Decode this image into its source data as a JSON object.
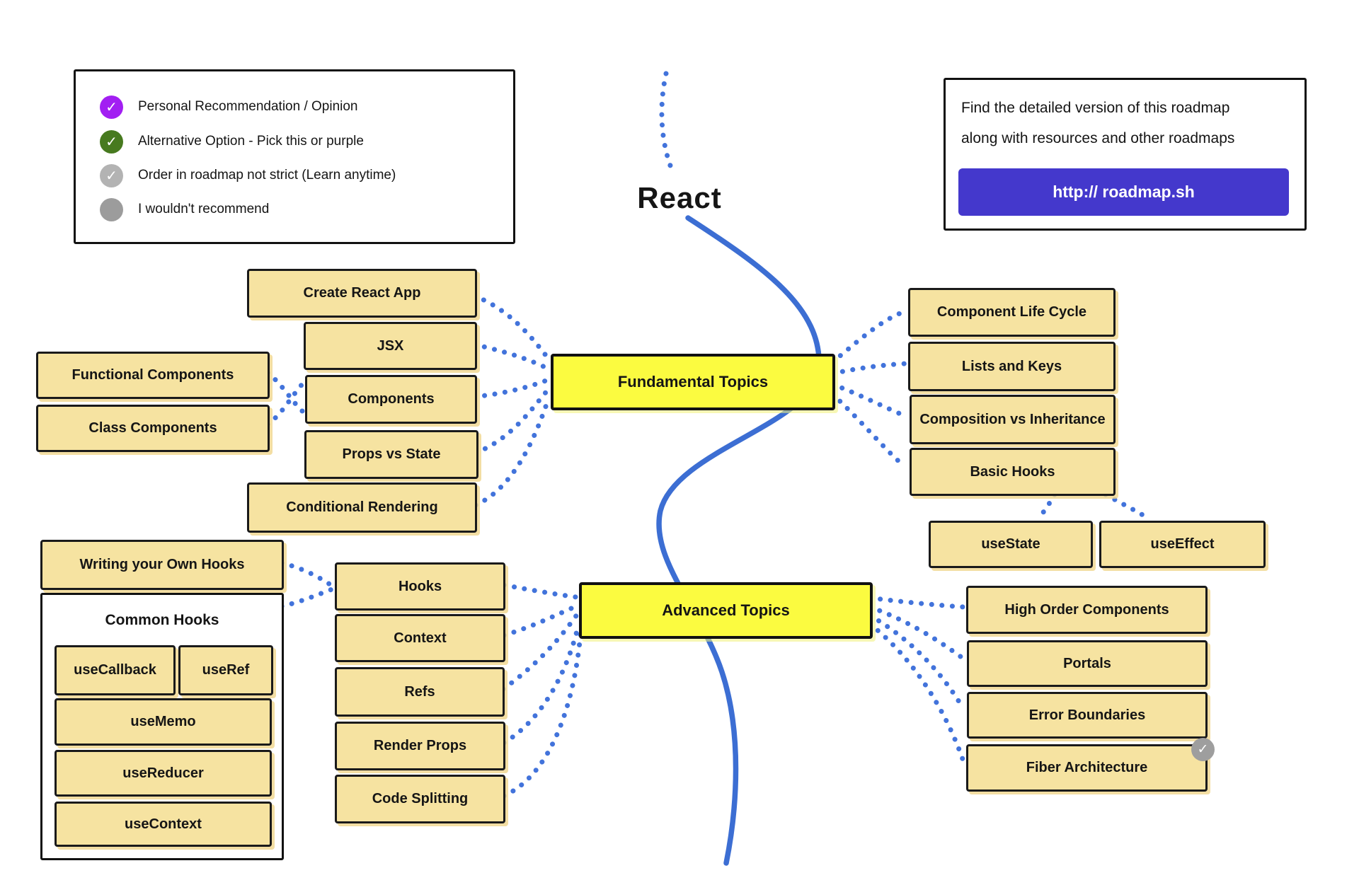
{
  "page": {
    "title": "React"
  },
  "legend": {
    "items": [
      {
        "icon": "purple-check-icon",
        "color": "#a21ff2",
        "label": "Personal Recommendation / Opinion"
      },
      {
        "icon": "green-check-icon",
        "color": "#477a1f",
        "label": "Alternative Option - Pick this or purple"
      },
      {
        "icon": "gray-check-icon",
        "color": "#b3b3b3",
        "label": "Order in roadmap not strict (Learn anytime)"
      },
      {
        "icon": "gray-dot-icon",
        "color": "#9c9c9c",
        "label": "I wouldn't recommend"
      }
    ]
  },
  "info_box": {
    "line1": "Find the detailed version of this roadmap",
    "line2": "along with resources and other roadmaps",
    "button_label": "http:// roadmap.sh",
    "button_color": "#4438cc"
  },
  "topics": {
    "fundamental": "Fundamental Topics",
    "advanced": "Advanced Topics"
  },
  "nodes": {
    "create_react_app": "Create React App",
    "jsx": "JSX",
    "components": "Components",
    "props_vs_state": "Props vs State",
    "conditional_rendering": "Conditional Rendering",
    "functional_components": "Functional Components",
    "class_components": "Class Components",
    "component_life_cycle": "Component Life Cycle",
    "lists_and_keys": "Lists and Keys",
    "composition_vs_inheritance": "Composition vs Inheritance",
    "basic_hooks": "Basic Hooks",
    "use_state": "useState",
    "use_effect": "useEffect",
    "writing_your_own_hooks": "Writing your Own Hooks",
    "common_hooks_title": "Common Hooks",
    "use_callback": "useCallback",
    "use_ref": "useRef",
    "use_memo": "useMemo",
    "use_reducer": "useReducer",
    "use_context": "useContext",
    "hooks": "Hooks",
    "context": "Context",
    "refs": "Refs",
    "render_props": "Render Props",
    "code_splitting": "Code Splitting",
    "high_order_components": "High Order Components",
    "portals": "Portals",
    "error_boundaries": "Error Boundaries",
    "fiber_architecture": "Fiber Architecture"
  },
  "colors": {
    "node_fill": "#f6e3a1",
    "topic_fill": "#fbfb40",
    "dotted_line": "#4273db",
    "main_curve": "#3c6ed3",
    "border": "#1a1a1a"
  },
  "badge": {
    "icon": "gray-check-icon",
    "glyph": "✓"
  }
}
